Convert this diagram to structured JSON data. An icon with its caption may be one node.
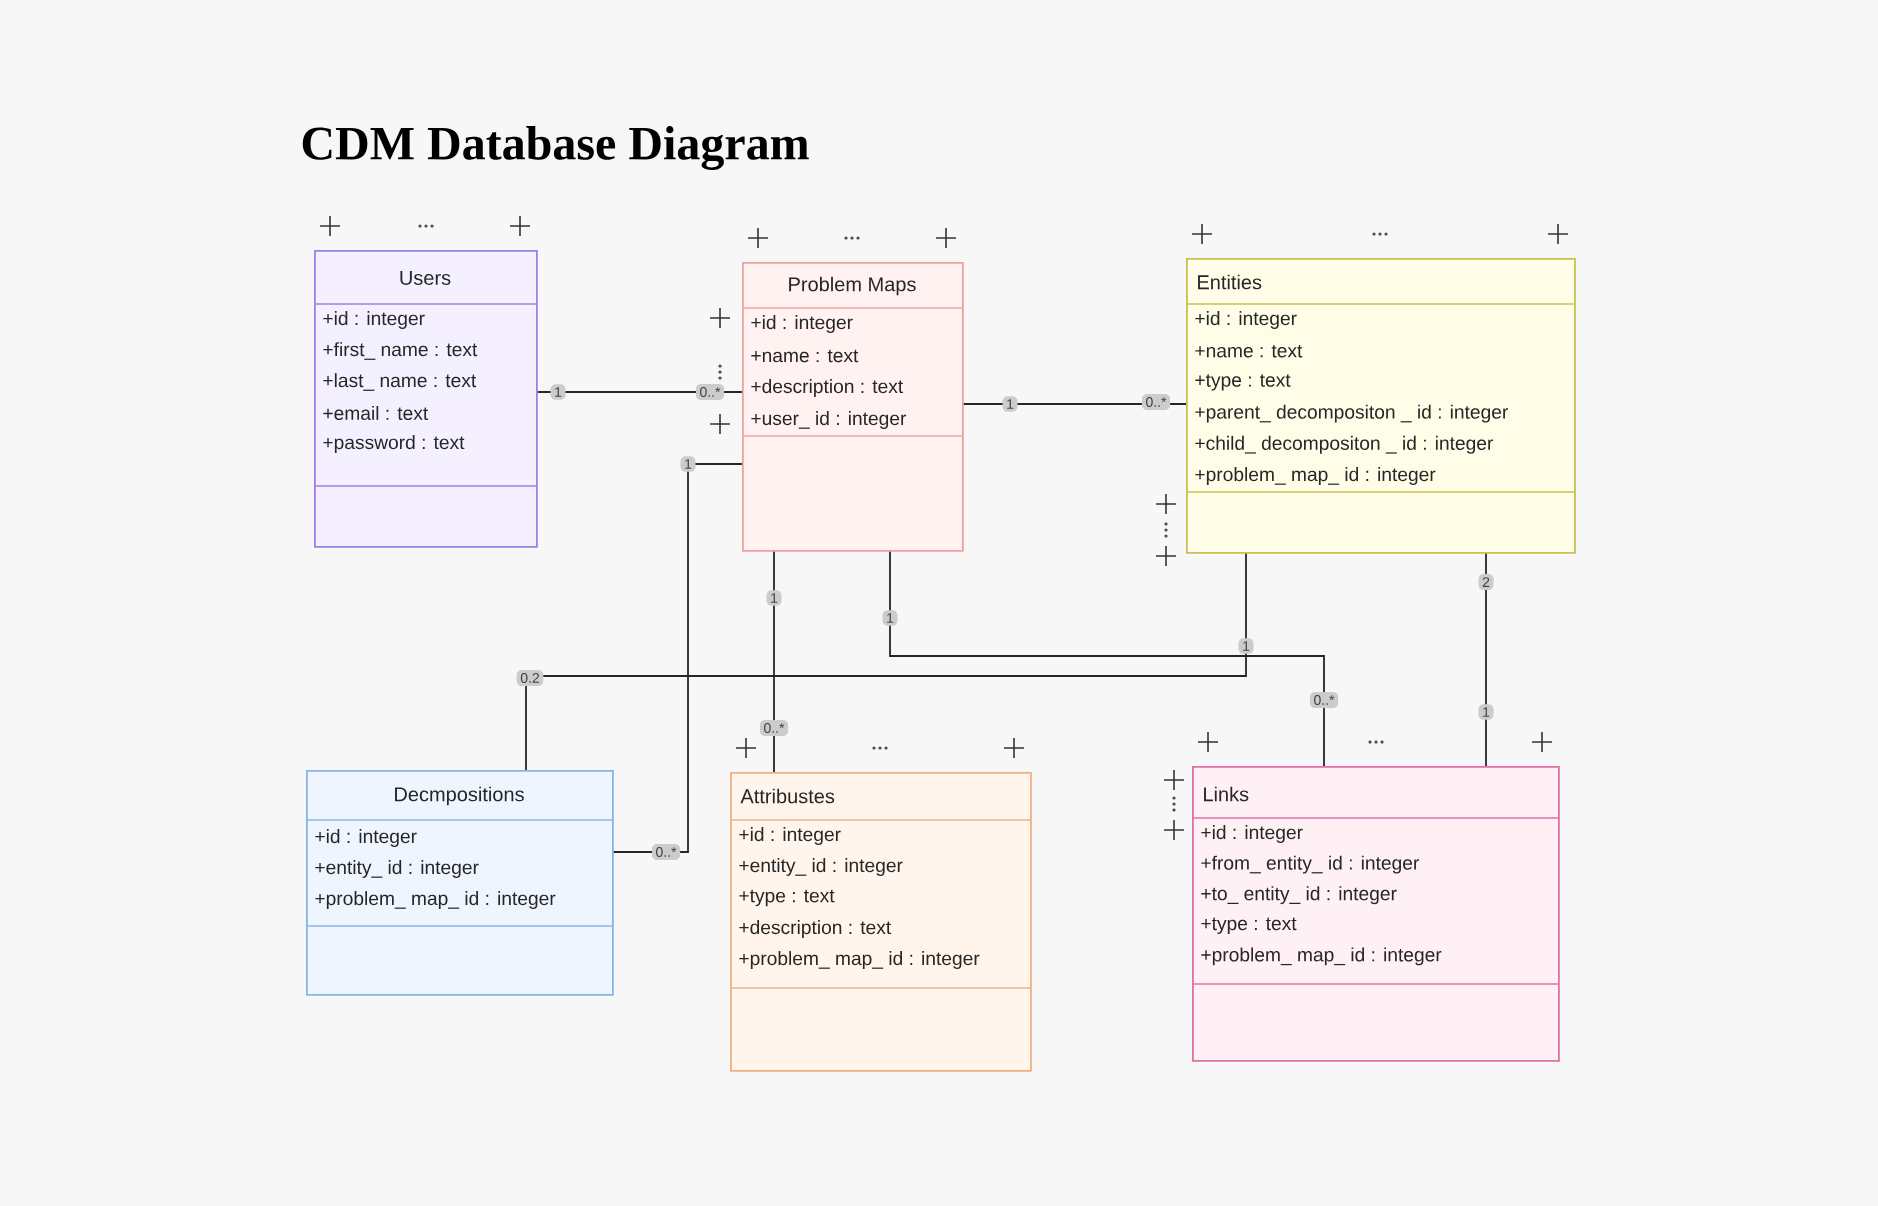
{
  "diagram": {
    "title": "CDM Database Diagram",
    "nodes": [
      {
        "text": [
          "Users",
          "+id : integer",
          "+first_ name : text",
          "+last_ name : text",
          "+email : text",
          "+password : text"
        ]
      },
      {
        "text": [
          "Problem Maps",
          "+id : integer",
          "+name : text",
          "+description : text",
          "+user_ id : integer"
        ]
      },
      {
        "text": [
          "Entities",
          "+id : integer",
          "+name : text",
          "+type : text",
          "+parent_ decompositon _ id : integer",
          "+child_ decompositon _ id : integer",
          "+problem_ map_ id : integer"
        ]
      },
      {
        "text": [
          "Decmpositions",
          "+id : integer",
          "+entity_ id : integer",
          "+problem_ map_ id : integer"
        ]
      },
      {
        "text": [
          "Attribustes",
          "+id : integer",
          "+entity_ id : integer",
          "+type : text",
          "+description : text",
          "+problem_ map_ id : integer"
        ]
      },
      {
        "text": [
          "Links",
          "+id : integer",
          "+from_ entity_ id : integer",
          "+to_ entity_ id : integer",
          "+type : text",
          "+problem_ map_ id : integer"
        ]
      }
    ],
    "edges": [
      {
        "from": 0,
        "to": 1,
        "arrow": "none"
      },
      {
        "from": 1,
        "to": 2,
        "arrow": "none"
      },
      {
        "from": 1,
        "to": 3,
        "arrow": "none"
      },
      {
        "from": 1,
        "to": 4,
        "arrow": "none"
      },
      {
        "from": 1,
        "to": 5,
        "arrow": "none"
      },
      {
        "from": 2,
        "to": 3,
        "arrow": "none"
      },
      {
        "from": 2,
        "to": 5,
        "arrow": "none"
      }
    ],
    "labels": [
      "1",
      "0..*",
      "1",
      "0..*",
      "1",
      "0..*",
      "1",
      "0..*",
      "1",
      "0..*",
      "1",
      "0.2",
      "2",
      "1"
    ]
  }
}
